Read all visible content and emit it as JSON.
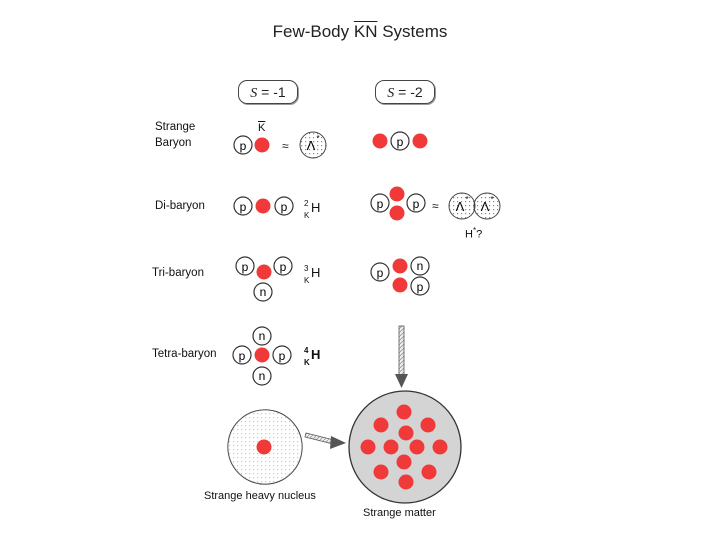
{
  "title": {
    "prefix": "Few-Body ",
    "kn": "KN",
    "suffix": " Systems"
  },
  "columns": {
    "s1": {
      "symbol": "S",
      "value": " = -1"
    },
    "s2": {
      "symbol": "S",
      "value": " = -2"
    }
  },
  "rows": {
    "strange_baryon": {
      "line1": "Strange",
      "line2": "Baryon",
      "kaon_label": "K",
      "approx": "≈",
      "lambda_symbol": "Λ",
      "lambda_star": "*"
    },
    "di_baryon": {
      "label": "Di-baryon",
      "sup": "2",
      "sub": "K",
      "H": "H",
      "approx": "≈",
      "lambda_symbol": "Λ",
      "lambda_star": "*",
      "hstar": "H",
      "hstar_sup": "*",
      "hstar_q": "?"
    },
    "tri_baryon": {
      "label": "Tri-baryon",
      "sup": "3",
      "sub": "K",
      "H": "H"
    },
    "tetra_baryon": {
      "label": "Tetra-baryon",
      "sup": "4",
      "sub": "K",
      "H": "H"
    }
  },
  "nucleons": {
    "proton": "p",
    "neutron": "n"
  },
  "bottom": {
    "heavy_nucleus": "Strange heavy nucleus",
    "strange_matter": "Strange matter"
  },
  "colors": {
    "kaon": "#f03a3a",
    "outline": "#333333",
    "matter_fill": "#d4d4d4",
    "arrow": "#555555"
  }
}
